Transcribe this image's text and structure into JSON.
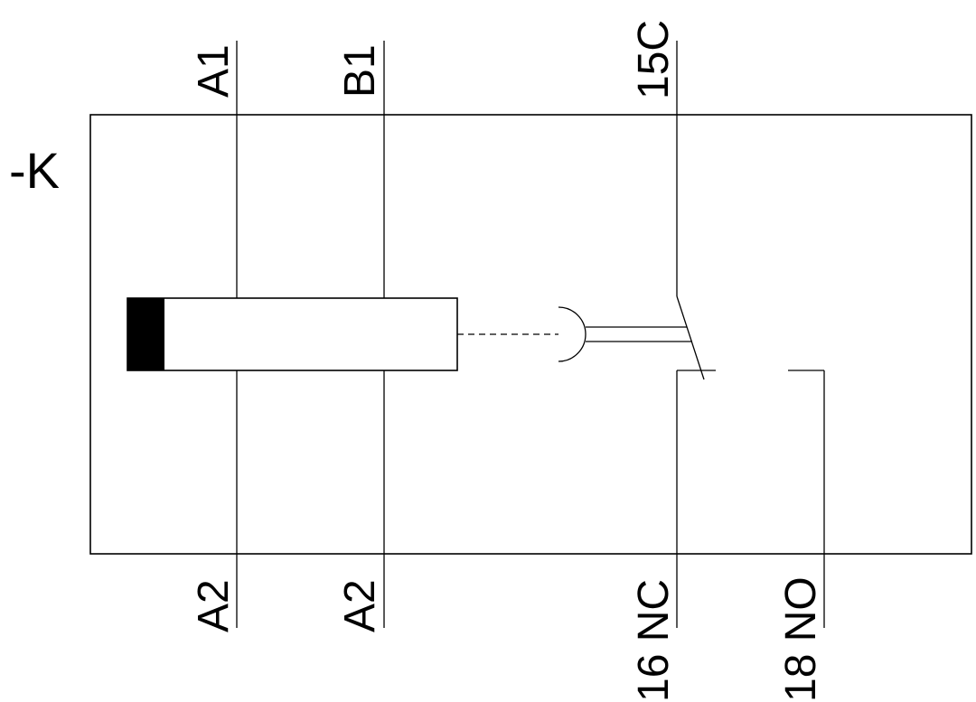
{
  "diagram": {
    "designation": "-K",
    "terminals": {
      "a1": "A1",
      "b1": "B1",
      "c15": "15C",
      "a2_left": "A2",
      "a2_right": "A2",
      "nc16": "16 NC",
      "no18": "18 NO"
    },
    "colors": {
      "stroke": "#000000",
      "background": "#ffffff"
    }
  }
}
